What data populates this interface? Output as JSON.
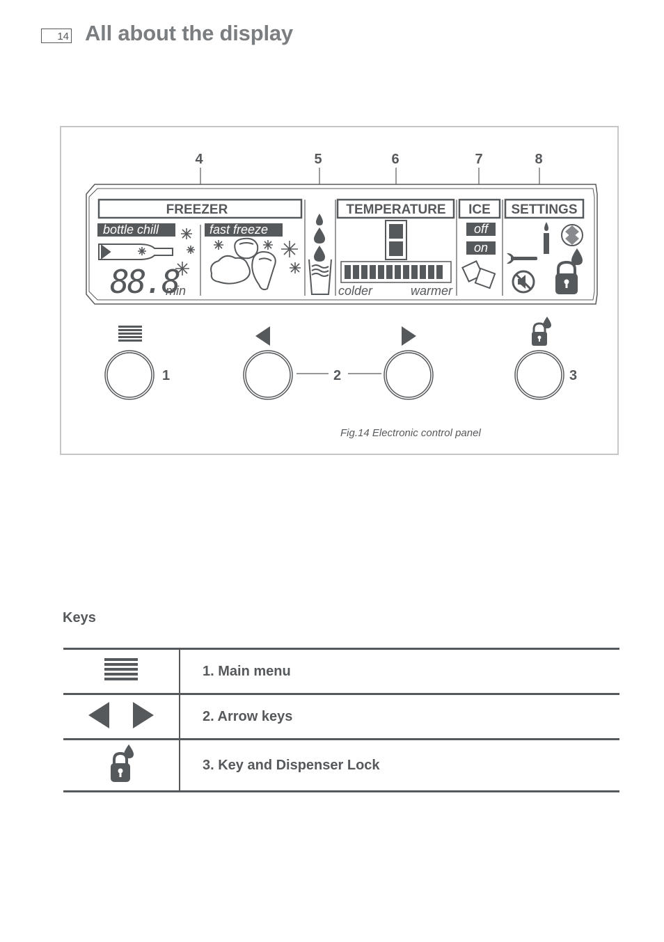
{
  "page": {
    "number": "14",
    "title": "All about the display"
  },
  "figure": {
    "callouts": [
      "4",
      "5",
      "6",
      "7",
      "8"
    ],
    "display": {
      "freezer": "FREEZER",
      "bottle_chill": "bottle chill",
      "fast_freeze": "fast freeze",
      "digits": "88.8",
      "min": "min",
      "temperature": "TEMPERATURE",
      "colder": "colder",
      "warmer": "warmer",
      "ice": "ICE",
      "ice_off": "off",
      "ice_on": "on",
      "settings": "SETTINGS"
    },
    "buttons": {
      "label_1": "1",
      "label_2": "2",
      "label_3": "3"
    },
    "caption": "Fig.14 Electronic control panel"
  },
  "keys": {
    "heading": "Keys",
    "rows": [
      {
        "icon": "menu-icon",
        "label": "1. Main menu"
      },
      {
        "icon": "arrow-keys-icon",
        "label": "2. Arrow keys"
      },
      {
        "icon": "lock-droplet-icon",
        "label": "3. Key and Dispenser Lock"
      }
    ]
  }
}
